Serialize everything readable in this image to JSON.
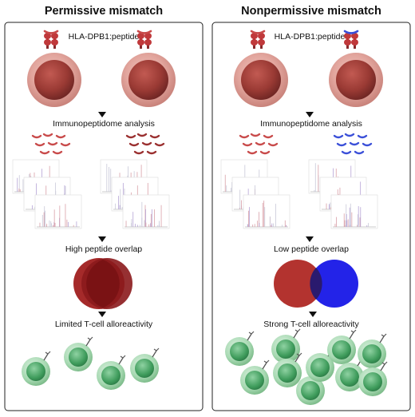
{
  "panels": [
    {
      "id": "permissive",
      "title": "Permissive mismatch",
      "label_hla": "HLA-DPB1:peptide",
      "steps": [
        "Immunopeptidome analysis",
        "High peptide overlap",
        "Limited T-cell alloreactivity"
      ],
      "overlap": "high",
      "tcell_count": 4
    },
    {
      "id": "nonpermissive",
      "title": "Nonpermissive mismatch",
      "label_hla": "HLA-DPB1:peptide",
      "steps": [
        "Immunopeptidome analysis",
        "Low peptide overlap",
        "Strong T-cell alloreactivity"
      ],
      "overlap": "low",
      "tcell_count": 10
    }
  ],
  "colors": {
    "hla_red": "#c0393b",
    "peptide_red": "#c84a4a",
    "peptide_blue": "#3a4fd8",
    "venn_red": "#b3332f",
    "venn_blue": "#2323e8",
    "venn_overlap_dark": "#7a1214",
    "venn_overlap_navy": "#2a1a6e",
    "cell_outer": "#d99a93",
    "cell_inner": "#a0433c",
    "tcell_green": "#6fbf85"
  }
}
